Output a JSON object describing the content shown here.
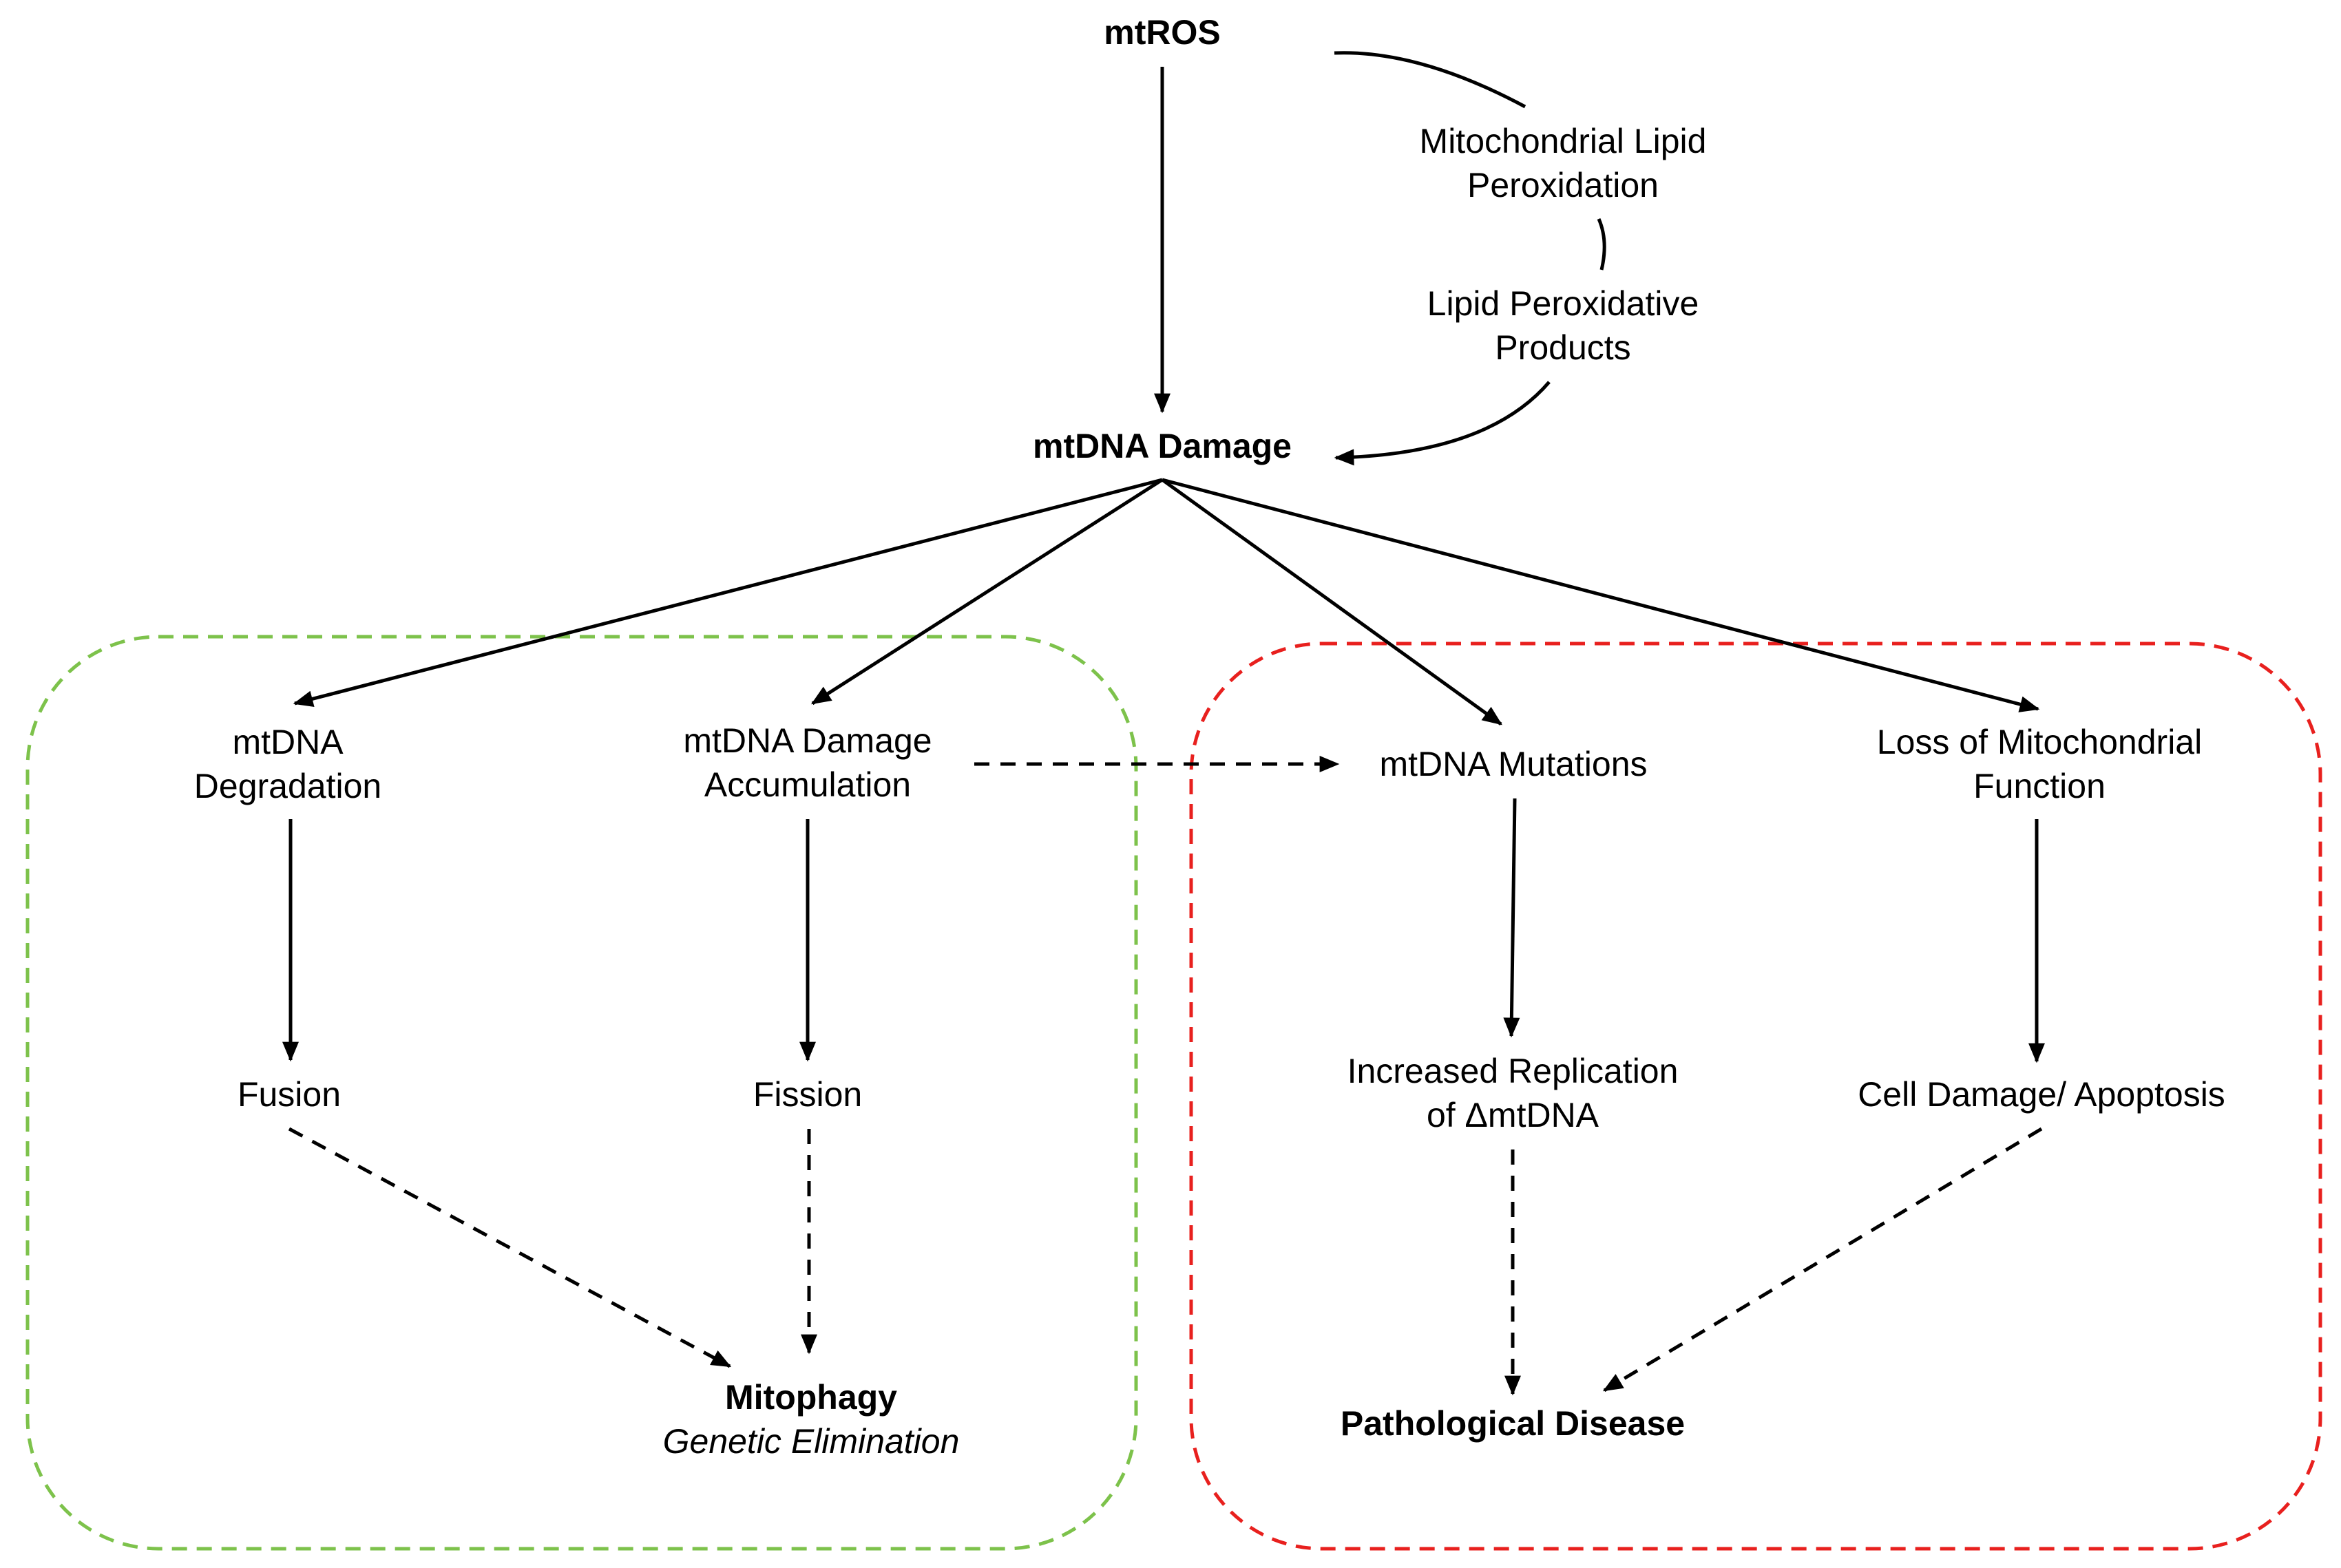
{
  "colors": {
    "line": "#000000",
    "green_group": "#7dc24b",
    "red_group": "#e8201e",
    "text": "#000000"
  },
  "nodes": {
    "mtros": "mtROS",
    "lipid_peroxidation": [
      "Mitochondrial Lipid",
      "Peroxidation"
    ],
    "lipid_products": [
      "Lipid Peroxidative",
      "Products"
    ],
    "mtdna_damage": "mtDNA Damage",
    "degradation": [
      "mtDNA",
      "Degradation"
    ],
    "accumulation": [
      "mtDNA Damage",
      "Accumulation"
    ],
    "mutations": "mtDNA Mutations",
    "loss_function": [
      "Loss of Mitochondrial",
      "Function"
    ],
    "fusion": "Fusion",
    "fission": "Fission",
    "replication": [
      "Increased Replication",
      "of ΔmtDNA"
    ],
    "apoptosis": "Cell Damage/ Apoptosis",
    "mitophagy": "Mitophagy",
    "genetic_elimination": "Genetic Elimination",
    "pathological": "Pathological Disease"
  }
}
